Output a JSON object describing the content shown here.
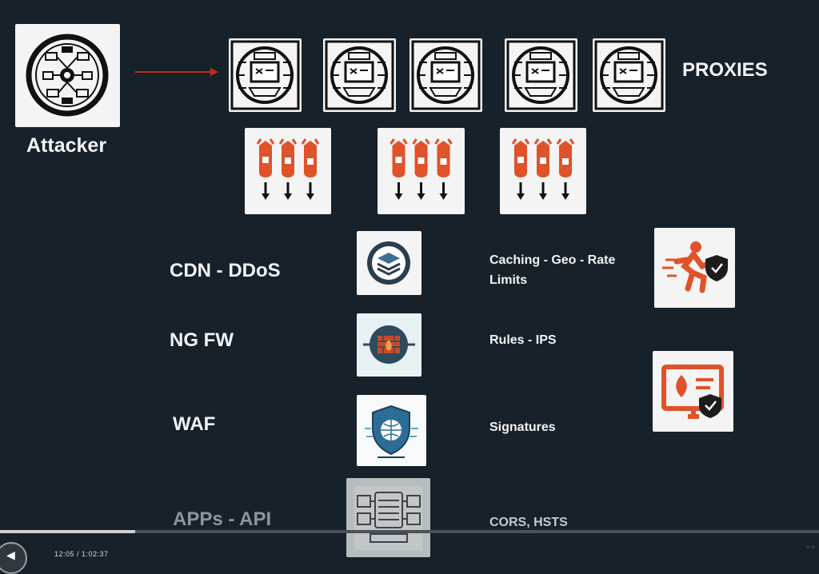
{
  "attacker": {
    "label": "Attacker"
  },
  "proxies": {
    "label": "PROXIES",
    "count": 5
  },
  "layers": [
    {
      "name": "CDN - DDoS",
      "detail": "Caching - Geo - Rate Limits",
      "icon": "cdn-layers-icon"
    },
    {
      "name": "NG FW",
      "detail": "Rules - IPS",
      "icon": "firewall-icon"
    },
    {
      "name": "WAF",
      "detail": "Signatures",
      "icon": "shield-globe-icon"
    },
    {
      "name": "APPs - API",
      "detail": "CORS, HSTS",
      "icon": "server-rack-icon"
    }
  ],
  "player": {
    "progress_fraction": 0.165,
    "time_text": "12:05  /  1:02:37"
  },
  "colors": {
    "background": "#162129",
    "accent_orange": "#e0522a",
    "arrow_red": "#c8281e"
  }
}
